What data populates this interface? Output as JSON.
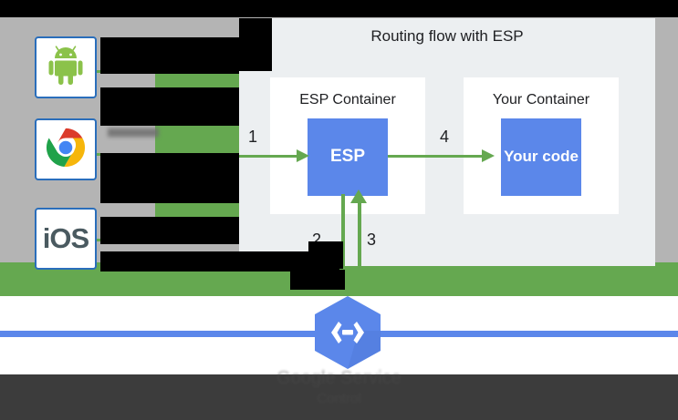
{
  "panel": {
    "title": "Routing flow with ESP",
    "background_color": "#eceff1",
    "containers": [
      {
        "label": "ESP Container",
        "box_label": "ESP",
        "box_color": "#5b87ea"
      },
      {
        "label": "Your Container",
        "box_label": "Your code",
        "box_color": "#5b87ea"
      }
    ],
    "steps": [
      {
        "number": "1",
        "direction": "right",
        "from": "clients",
        "to": "ESP"
      },
      {
        "number": "2",
        "direction": "down",
        "from": "ESP",
        "to": "google-service"
      },
      {
        "number": "3",
        "direction": "up",
        "from": "google-service",
        "to": "ESP"
      },
      {
        "number": "4",
        "direction": "right",
        "from": "ESP",
        "to": "Your code"
      }
    ],
    "arrow_color": "#65a850"
  },
  "clients": {
    "items": [
      {
        "icon": "android-icon",
        "label": ""
      },
      {
        "icon": "chrome-icon",
        "label": ""
      },
      {
        "icon": "ios-icon",
        "label": "iOS"
      }
    ],
    "obscured_label": ""
  },
  "service": {
    "logo_icon": "api-hexagon-icon",
    "logo_color": "#5b87ea",
    "caption_line1": "Google Service",
    "caption_line2": "Control",
    "line_color": "#5b87ea"
  },
  "colors": {
    "page_background": "#b4b4b4",
    "green_band": "#65a850",
    "footer": "#3c3c3c",
    "panel": "#eceff1",
    "blue": "#5b87ea",
    "card_border": "#2a6ebb"
  }
}
